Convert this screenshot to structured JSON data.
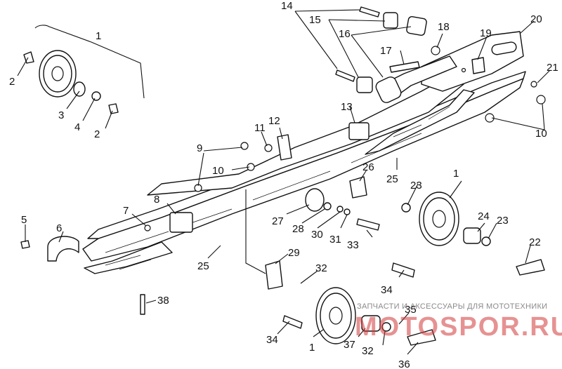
{
  "diagram": {
    "callouts": [
      "1",
      "2",
      "3",
      "4",
      "2",
      "5",
      "6",
      "7",
      "8",
      "9",
      "10",
      "11",
      "12",
      "13",
      "14",
      "15",
      "16",
      "17",
      "18",
      "19",
      "20",
      "21",
      "10",
      "22",
      "23",
      "24",
      "23",
      "25",
      "26",
      "27",
      "28",
      "30",
      "31",
      "33",
      "25",
      "29",
      "32",
      "34",
      "38",
      "1",
      "35",
      "37",
      "32",
      "36",
      "34",
      "1"
    ]
  },
  "watermark": {
    "caption": "ЗАПЧАСТИ И АКСЕССУАРЫ ДЛЯ МОТОТЕХНИКИ",
    "brand": "МОТОSPOR.RU"
  }
}
